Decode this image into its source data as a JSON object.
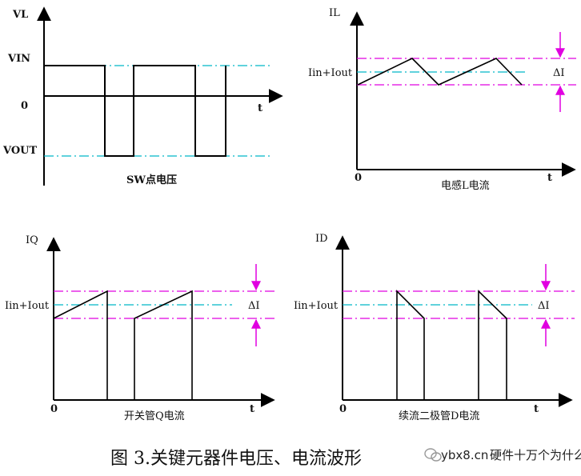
{
  "colors": {
    "axis": "#000000",
    "cyan": "#00b8c8",
    "magenta": "#e000e0"
  },
  "panel_sw": {
    "y_axis_label": "VL",
    "vin_label": "VIN",
    "zero_label": "0",
    "vout_label": "VOUT",
    "t_label": "t",
    "caption": "SW点电压"
  },
  "panel_il": {
    "y_axis_label": "IL",
    "mid_label": "Iin+Iout",
    "origin_label": "0",
    "t_label": "t",
    "delta_label": "ΔI",
    "caption": "电感L电流"
  },
  "panel_iq": {
    "y_axis_label": "IQ",
    "mid_label": "Iin+Iout",
    "origin_label": "0",
    "t_label": "t",
    "delta_label": "ΔI",
    "caption": "开关管Q电流"
  },
  "panel_id": {
    "y_axis_label": "ID",
    "mid_label": "Iin+Iout",
    "origin_label": "0",
    "t_label": "t",
    "delta_label": "ΔI",
    "caption": "续流二极管D电流"
  },
  "figure_caption": "图 3.关键元器件电压、电流波形",
  "watermark": {
    "icon": "wechat-icon",
    "site": "ybx8.cn",
    "text": "硬件十万个为什么"
  }
}
